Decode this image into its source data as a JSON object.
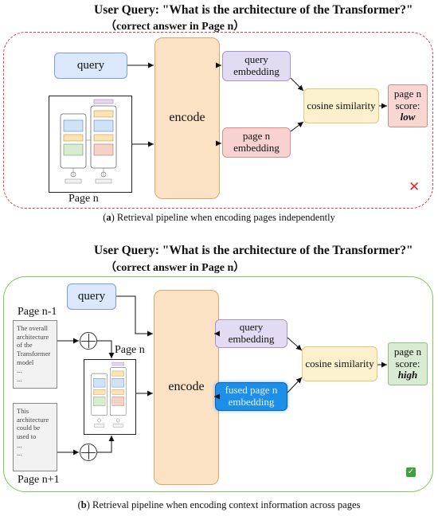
{
  "panel_a": {
    "user_query": "User Query: \"What is the architecture of the Transformer?\"",
    "correct_answer": "（correct answer in  Page n）",
    "query_label": "query",
    "encode_label": "encode",
    "query_embedding": "query\nembedding",
    "page_embedding": "page n\nembedding",
    "cosine_label": "cosine similarity",
    "score_label": "page n\nscore:",
    "score_value": "low",
    "page_label": "Page n",
    "result_icon": "x-mark",
    "caption_letter": "a",
    "caption_text": " Retrieval pipeline when encoding pages independently"
  },
  "panel_b": {
    "user_query": "User Query: \"What is the architecture of the Transformer?\"",
    "correct_answer": "（correct answer in  Page n）",
    "query_label": "query",
    "encode_label": "encode",
    "query_embedding": "query\nembedding",
    "fused_embedding": "fused page n\nembedding",
    "cosine_label": "cosine similarity",
    "score_label": "page n\nscore:",
    "score_value": "high",
    "prev_page_label": "Page n-1",
    "prev_page_text": "The overall architecture of the Transformer model\n...\n...",
    "current_page_label": "Page n",
    "next_page_label": "Page n+1",
    "next_page_text": "This architecture could be used to\n...\n...",
    "result_icon": "check-mark",
    "caption_letter": "b",
    "caption_text": " Retrieval pipeline when encoding context information across pages"
  },
  "colors": {
    "frame_a": "#e04040",
    "frame_b": "#7ccc55",
    "query": "#dbe8fb",
    "encode": "#fce2c5",
    "query_embedding": "#e3dbf1",
    "page_embedding": "#f8d2d0",
    "fused_embedding": "#1e8fe8",
    "cosine": "#fdf1cd",
    "score_low": "#f8d6d2",
    "score_high": "#d9ecd3"
  }
}
